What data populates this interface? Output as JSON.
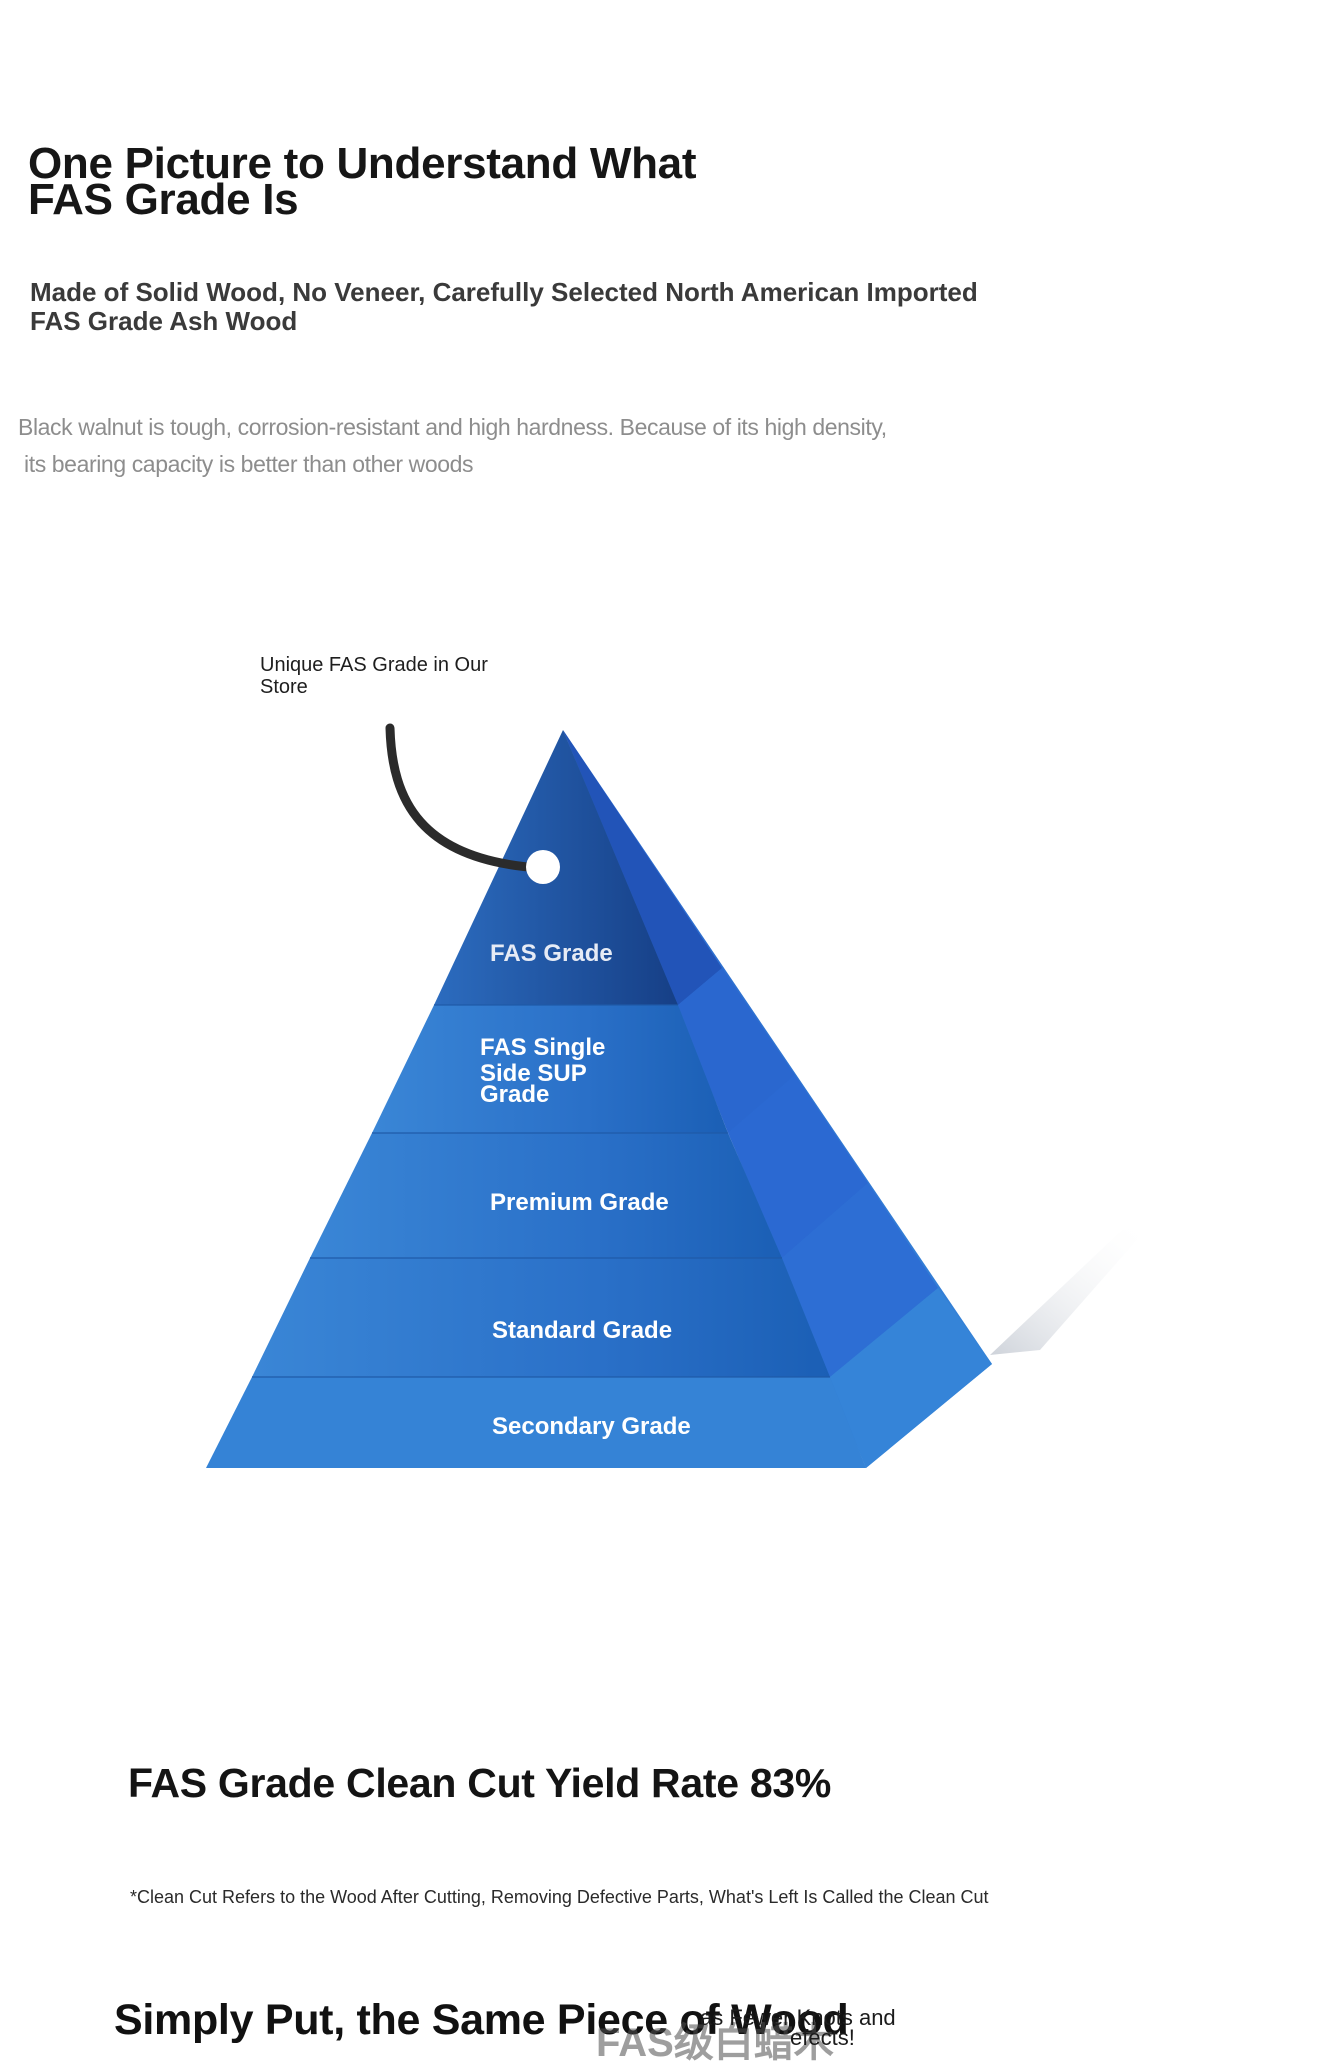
{
  "header": {
    "title": "One Picture to Understand What FAS Grade Is",
    "subtitle": "Made of Solid Wood, No Veneer, Carefully Selected North American Imported FAS Grade Ash Wood"
  },
  "description": {
    "line1": "Black walnut is tough, corrosion-resistant and high hardness. Because of its high density,",
    "line2": "its bearing capacity is better than other woods"
  },
  "pyramid": {
    "callout": "Unique FAS Grade in Our Store",
    "layers": {
      "fas": "FAS Grade",
      "fas_single_1": "FAS Single",
      "fas_single_2": "Side SUP",
      "fas_single_3": "Grade",
      "premium": "Premium Grade",
      "standard": "Standard Grade",
      "secondary": "Secondary Grade"
    },
    "colors": {
      "front_light": "#3a86d6",
      "front_dark": "#1b5fb5",
      "side": "#2f6fd0",
      "tag_string": "#2b2b2b"
    }
  },
  "yield": {
    "title": "FAS Grade Clean Cut Yield Rate 83%",
    "footnote": "*Clean Cut Refers to the Wood After Cutting, Removing Defective Parts, What's Left Is Called the Clean Cut"
  },
  "bottom": {
    "title": "Simply Put, the Same Piece of Wood",
    "overlay_text": "FAS级白蜡木",
    "right_line1": "as Fewer Knots and",
    "right_line2": "efects!"
  }
}
